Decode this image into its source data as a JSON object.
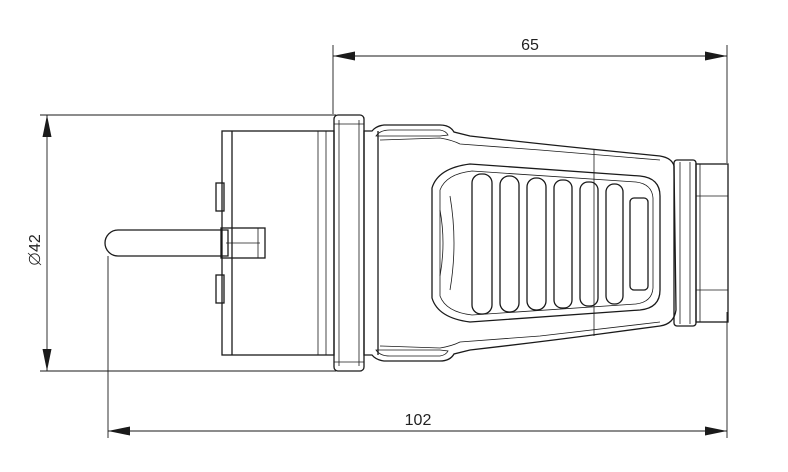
{
  "dimensions": {
    "top_width": "65",
    "diameter": "42",
    "overall_length": "102"
  },
  "colors": {
    "line": "#1a1a1a",
    "grip_fill": "#ffffff",
    "background": "#ffffff"
  }
}
